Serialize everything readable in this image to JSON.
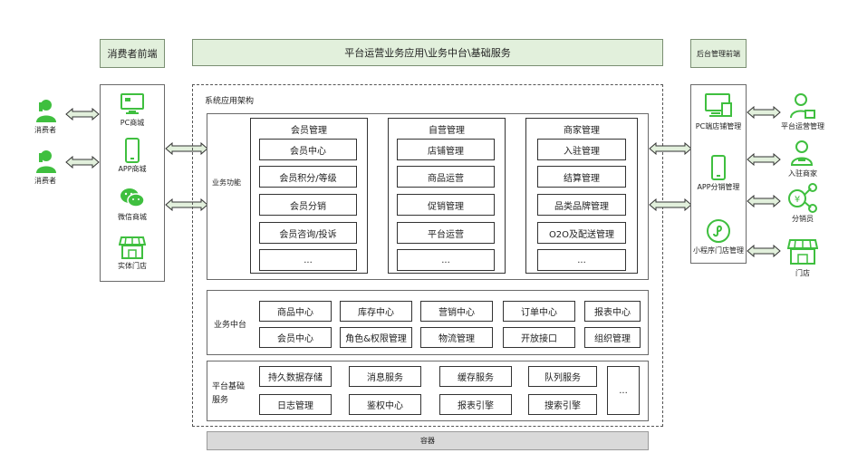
{
  "headers": {
    "consumer_front": "消费者前端",
    "platform": "平台运营业务应用\\业务中台\\基础服务",
    "backend_front": "后台管理前端"
  },
  "system_arch_title": "系统应用架构",
  "consumers": [
    {
      "label": "消费者",
      "icon": "user-icon"
    },
    {
      "label": "消费者",
      "icon": "user-icon"
    }
  ],
  "consumer_channels": [
    {
      "label": "PC商城",
      "icon": "monitor-icon"
    },
    {
      "label": "APP商城",
      "icon": "phone-icon"
    },
    {
      "label": "微信商城",
      "icon": "wechat-icon"
    },
    {
      "label": "实体门店",
      "icon": "store-icon"
    }
  ],
  "business_function": {
    "label": "业务功能",
    "groups": [
      {
        "title": "会员管理",
        "items": [
          "会员中心",
          "会员积分/等级",
          "会员分销",
          "会员咨询/投诉",
          "..."
        ]
      },
      {
        "title": "自营管理",
        "items": [
          "店铺管理",
          "商品运营",
          "促销管理",
          "平台运营",
          "..."
        ]
      },
      {
        "title": "商家管理",
        "items": [
          "入驻管理",
          "结算管理",
          "品类品牌管理",
          "O2O及配送管理",
          "..."
        ]
      }
    ]
  },
  "middle_platform": {
    "label": "业务中台",
    "row1": [
      "商品中心",
      "库存中心",
      "营销中心",
      "订单中心",
      "报表中心"
    ],
    "row2": [
      "会员中心",
      "角色&权限管理",
      "物流管理",
      "开放接口",
      "组织管理"
    ]
  },
  "base_services": {
    "label_line1": "平台基础",
    "label_line2": "服务",
    "row1": [
      "持久数据存储",
      "消息服务",
      "缓存服务",
      "队列服务"
    ],
    "row2": [
      "日志管理",
      "鉴权中心",
      "报表引擎",
      "搜索引擎"
    ],
    "extra": "..."
  },
  "container": "容器",
  "backend_channels": [
    {
      "label": "PC端店铺管理",
      "icon": "monitor-icon"
    },
    {
      "label": "APP分销管理",
      "icon": "phone-icon"
    },
    {
      "label": "小程序门店管理",
      "icon": "mini-program-icon"
    }
  ],
  "backend_roles": [
    {
      "label": "平台运营管理",
      "icon": "admin-user-icon"
    },
    {
      "label": "入驻商家",
      "icon": "merchant-user-icon"
    },
    {
      "label": "分销员",
      "icon": "distributor-icon"
    },
    {
      "label": "门店",
      "icon": "store-icon"
    }
  ],
  "colors": {
    "accent_green": "#3fbf3f",
    "header_fill": "#e2f0dc",
    "arrow_fill": "#e2f0dc"
  }
}
